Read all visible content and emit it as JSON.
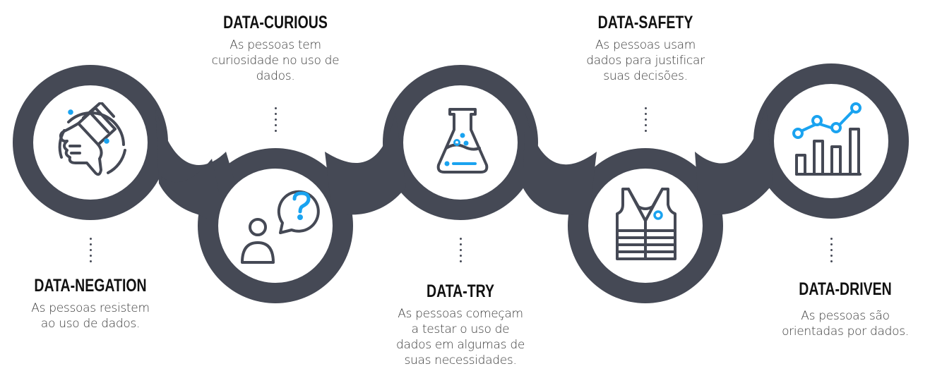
{
  "colors": {
    "ring": "#454955",
    "icon_stroke": "#454955",
    "accent": "#1AA3F0",
    "text_title": "#111111",
    "text_body": "#3a3a3a"
  },
  "stages": [
    {
      "id": "data-negation",
      "title": "DATA-NEGATION",
      "description": "As pessoas resistem\nao uso de dados.",
      "icon": "thumbs-down-icon",
      "position": "bottom"
    },
    {
      "id": "data-curious",
      "title": "DATA-CURIOUS",
      "description": "As pessoas tem\ncuriosidade no uso de\ndados.",
      "icon": "person-question-icon",
      "position": "top"
    },
    {
      "id": "data-try",
      "title": "DATA-TRY",
      "description": "As pessoas começam\na testar o uso de\ndados em algumas de\nsuas necessidades.",
      "icon": "flask-icon",
      "position": "bottom"
    },
    {
      "id": "data-safety",
      "title": "DATA-SAFETY",
      "description": "As pessoas usam\ndados para justificar\nsuas decisões.",
      "icon": "safety-vest-icon",
      "position": "top"
    },
    {
      "id": "data-driven",
      "title": "DATA-DRIVEN",
      "description": "As pessoas são\norientadas por dados.",
      "icon": "growth-chart-icon",
      "position": "bottom"
    }
  ]
}
